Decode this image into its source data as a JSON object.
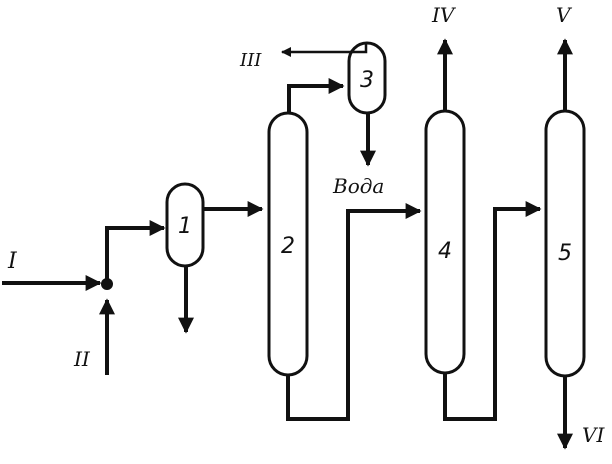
{
  "streams": {
    "I": "I",
    "II": "II",
    "III": "III",
    "IV": "IV",
    "V": "V",
    "VI": "VI"
  },
  "water_label": "Вода",
  "units": {
    "u1": "1",
    "u2": "2",
    "u3": "3",
    "u4": "4",
    "u5": "5"
  },
  "colors": {
    "ink": "#111111",
    "background": "#ffffff"
  }
}
